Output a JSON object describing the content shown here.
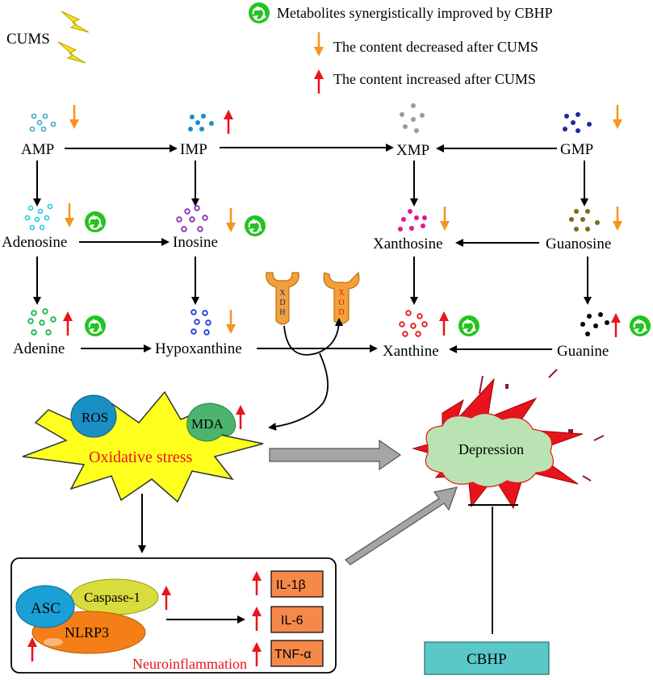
{
  "stressor": {
    "label": "CUMS"
  },
  "legend": {
    "recycle": "Metabolites synergistically improved by CBHP",
    "decreased": "The content decreased after CUMS",
    "increased": "The content increased after CUMS"
  },
  "metabolites": {
    "amp": "AMP",
    "imp": "IMP",
    "xmp": "XMP",
    "gmp": "GMP",
    "adenosine": "Adenosine",
    "inosine": "Inosine",
    "xanthosine": "Xanthosine",
    "guanosine": "Guanosine",
    "adenine": "Adenine",
    "hypoxanthine": "Hypoxanthine",
    "xanthine": "Xanthine",
    "guanine": "Guanine"
  },
  "enzymes": {
    "xdh": "XDH",
    "xod": "XOD"
  },
  "oxidative": {
    "title": "Oxidative stress",
    "ros": "ROS",
    "mda": "MDA"
  },
  "outcome": {
    "depression": "Depression",
    "treatment": "CBHP"
  },
  "inflammasome": {
    "asc": "ASC",
    "caspase": "Caspase-1",
    "nlrp3": "NLRP3",
    "caption": "Neuroinflammation",
    "cytokines": [
      "IL-1β",
      "IL-6",
      "TNF-α"
    ]
  },
  "colors": {
    "orange_arrow": "#f7931e",
    "red_arrow": "#e8141c",
    "recycle_green": "#22c41e",
    "lightning": "#f7e01e",
    "burst": "#ffff1e",
    "ros": "#1a8fc4",
    "mda": "#4bb46e",
    "cloud": "#b9e3b2",
    "cbhp_box": "#5ac8c8",
    "cytokine_box": "#f5894a",
    "nlrp3": "#f47f16",
    "caspase": "#d8dc3c",
    "asc": "#1a9fd6"
  }
}
